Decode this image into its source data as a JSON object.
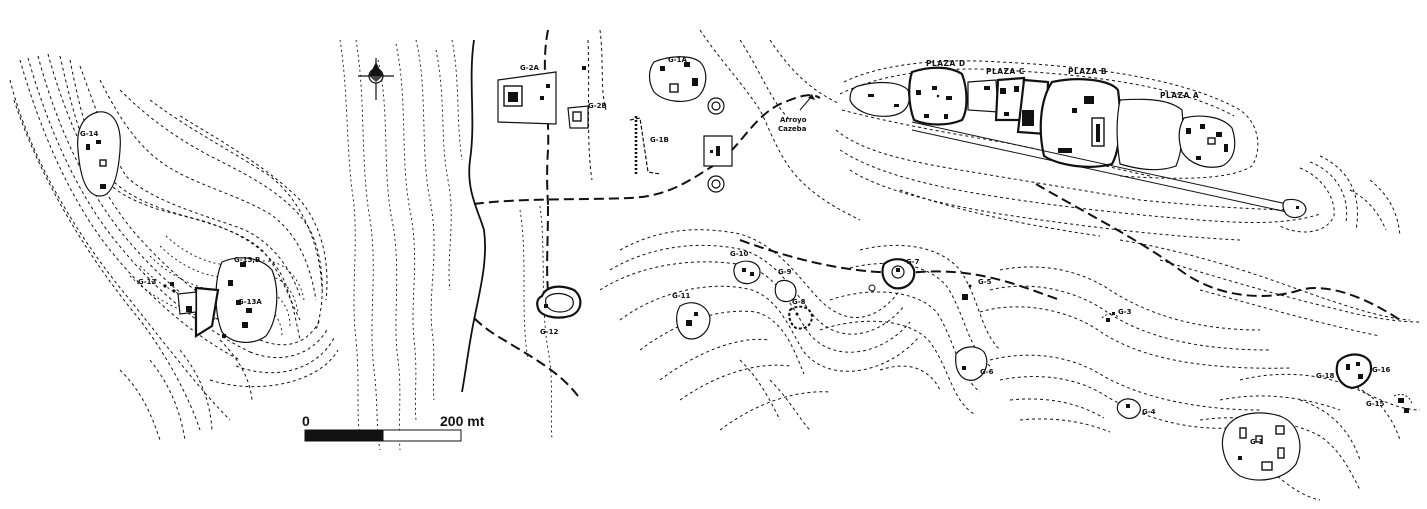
{
  "map": {
    "groups": {
      "g14": "G-14",
      "g13": "G-13",
      "g13b": "G-13,B",
      "g13a": "G-13A",
      "g2a": "G-2A",
      "g2b": "G-2B",
      "g1a": "G-1A",
      "g1b": "G-1B",
      "g12": "G-12",
      "g11": "G-11",
      "g10": "G-10",
      "g9": "G-9",
      "g8": "G-8",
      "g7": "G-7",
      "g5": "G-5",
      "g6": "G-6",
      "g3": "G-3",
      "g4": "G-4",
      "g1": "G-1",
      "g15": "G-15",
      "g16": "G-16"
    },
    "plazas": {
      "a": "PLAZA A",
      "b": "PLAZA B",
      "c": "PLAZA C",
      "d": "PLAZA D"
    },
    "arroyo": [
      "Arroyo",
      "Cazeba"
    ]
  },
  "scale": {
    "start_label": "0",
    "end_label": "200 mt"
  }
}
